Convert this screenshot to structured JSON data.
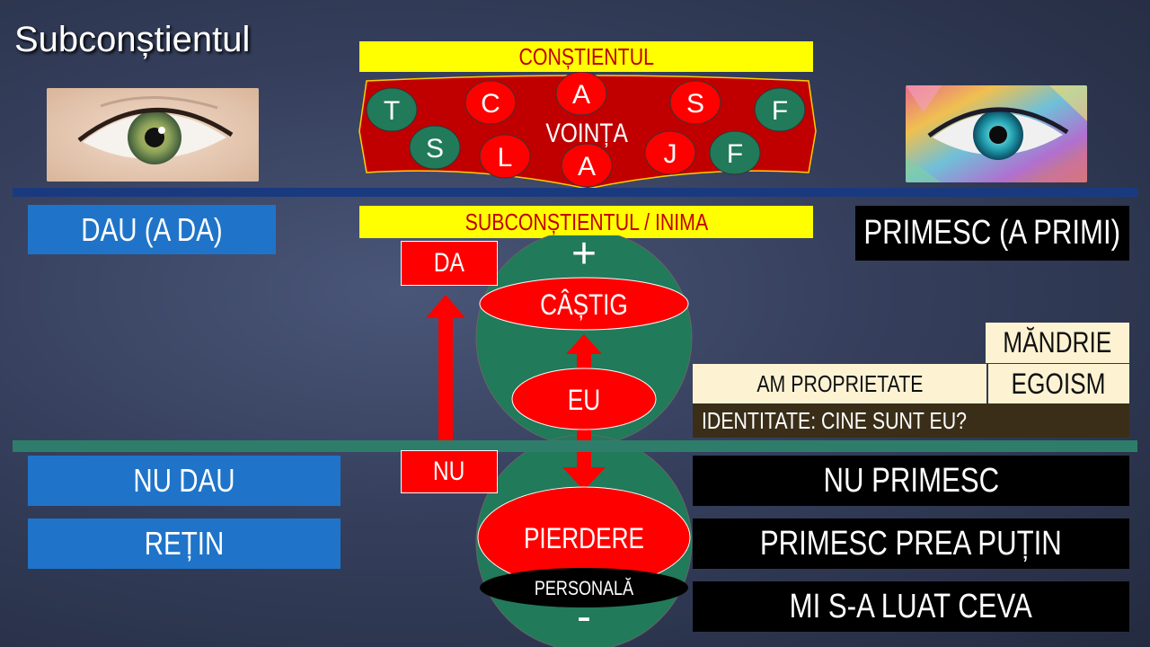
{
  "slide": {
    "title": "Subconștientul"
  },
  "top": {
    "constient_label": "CONȘTIENTUL",
    "vointa_label": "VOINȚA",
    "letters": [
      "T",
      "C",
      "A",
      "S",
      "F",
      "S",
      "L",
      "A",
      "J",
      "F"
    ]
  },
  "middle": {
    "subconstient_label": "SUBCONȘTIENTUL / INIMA",
    "dau_label": "DAU (A DA)",
    "primesc_label": "PRIMESC (A PRIMI)",
    "da_label": "DA",
    "nu_label": "NU",
    "plus_sign": "+",
    "minus_sign": "-",
    "castig_label": "CÂȘTIG",
    "eu_label": "EU",
    "pierdere_label": "PIERDERE",
    "personala_label": "PERSONALĂ"
  },
  "right_panel": {
    "mandrie_label": "MĂNDRIE",
    "am_proprietate_label": "AM PROPRIETATE",
    "egoism_label": "EGOISM",
    "identitate_label": "IDENTITATE: CINE SUNT EU?"
  },
  "bottom_left": {
    "nu_dau_label": "NU DAU",
    "retin_label": "REȚIN"
  },
  "bottom_right": {
    "nu_primesc_label": "NU PRIMESC",
    "primesc_putin_label": "PRIMESC PREA PUȚIN",
    "luat_label": "MI S-A LUAT CEVA"
  },
  "colors": {
    "background": "#353f5c",
    "yellow": "#ffff00",
    "red": "#ff0000",
    "dark_red": "#c00000",
    "green": "#217a5a",
    "blue": "#1f74c9",
    "cream": "#fdf3d3"
  }
}
